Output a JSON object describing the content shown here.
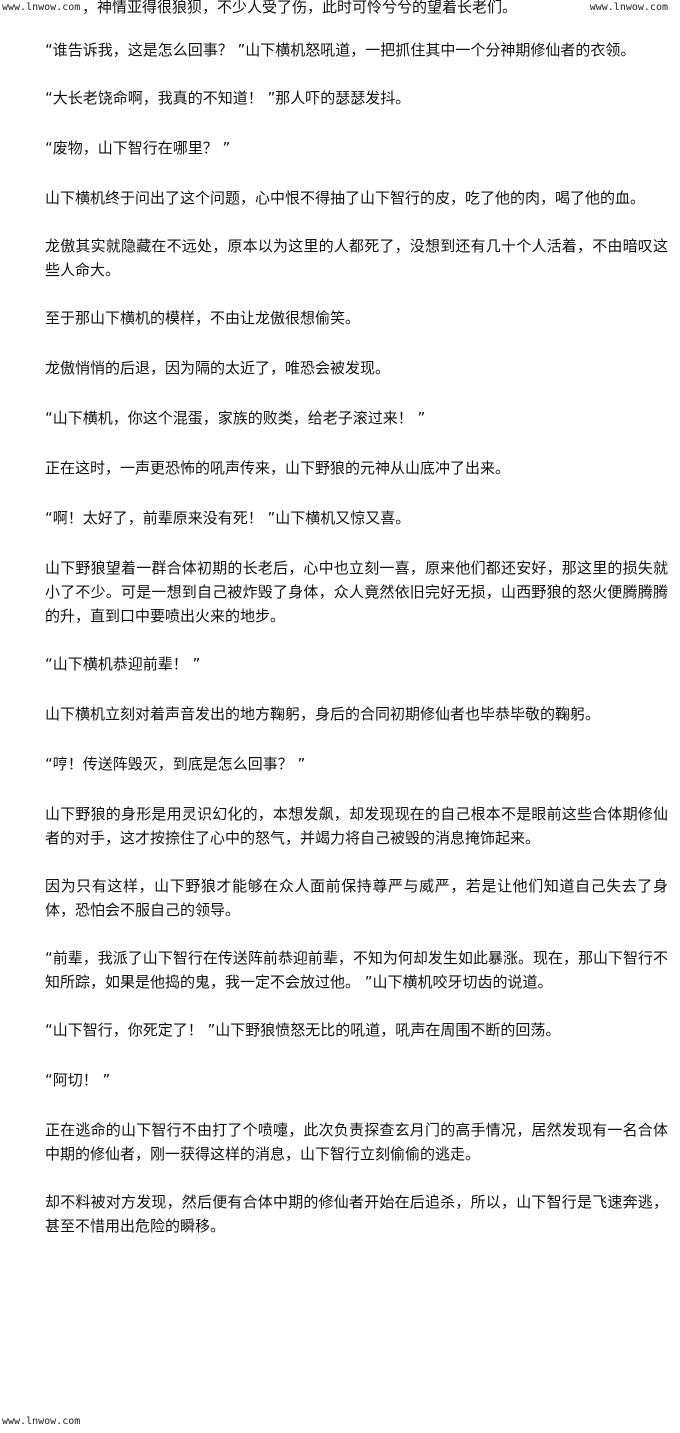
{
  "watermark": "www.lnwow.com",
  "top_fragment": "，神情亚得很狼狈，不少人受了伤，此时可怜兮兮的望着长老们。",
  "paragraphs": [
    "“谁告诉我，这是怎么回事？ ”山下横机怒吼道，一把抓住其中一个分神期修仙者的衣领。",
    "“大长老饶命啊，我真的不知道！ ”那人吓的瑟瑟发抖。",
    "“废物，山下智行在哪里？ ”",
    "山下横机终于问出了这个问题，心中恨不得抽了山下智行的皮，吃了他的肉，喝了他的血。",
    "龙傲其实就隐藏在不远处，原本以为这里的人都死了，没想到还有几十个人活着，不由暗叹这些人命大。",
    "至于那山下横机的模样，不由让龙傲很想偷笑。",
    "龙傲悄悄的后退，因为隔的太近了，唯恐会被发现。",
    "“山下横机，你这个混蛋，家族的败类，给老子滚过来！ ”",
    "正在这时，一声更恐怖的吼声传来，山下野狼的元神从山底冲了出来。",
    "“啊！太好了，前辈原来没有死！ ”山下横机又惊又喜。",
    "山下野狼望着一群合体初期的长老后，心中也立刻一喜，原来他们都还安好，那这里的损失就小了不少。可是一想到自己被炸毁了身体，众人竟然依旧完好无损，山西野狼的怒火便腾腾腾的升，直到口中要喷出火来的地步。",
    "“山下横机恭迎前辈！ ”",
    "山下横机立刻对着声音发出的地方鞠躬，身后的合同初期修仙者也毕恭毕敬的鞠躬。",
    "“哼！传送阵毁灭，到底是怎么回事？ ”",
    "山下野狼的身形是用灵识幻化的，本想发飙，却发现现在的自己根本不是眼前这些合体期修仙者的对手，这才按捺住了心中的怒气，并竭力将自己被毁的消息掩饰起来。",
    "因为只有这样，山下野狼才能够在众人面前保持尊严与威严，若是让他们知道自己失去了身体，恐怕会不服自己的领导。",
    "“前辈，我派了山下智行在传送阵前恭迎前辈，不知为何却发生如此暴涨。现在，那山下智行不知所踪，如果是他捣的鬼，我一定不会放过他。 ”山下横机咬牙切齿的说道。",
    "“山下智行，你死定了！ ”山下野狼愤怒无比的吼道，吼声在周围不断的回荡。",
    "“阿切！ ”",
    "正在逃命的山下智行不由打了个喷嚏，此次负责探查玄月门的高手情况，居然发现有一名合体中期的修仙者，刚一获得这样的消息，山下智行立刻偷偷的逃走。",
    "却不料被对方发现，然后便有合体中期的修仙者开始在后追杀，所以，山下智行是飞速奔逃，甚至不惜用出危险的瞬移。"
  ]
}
